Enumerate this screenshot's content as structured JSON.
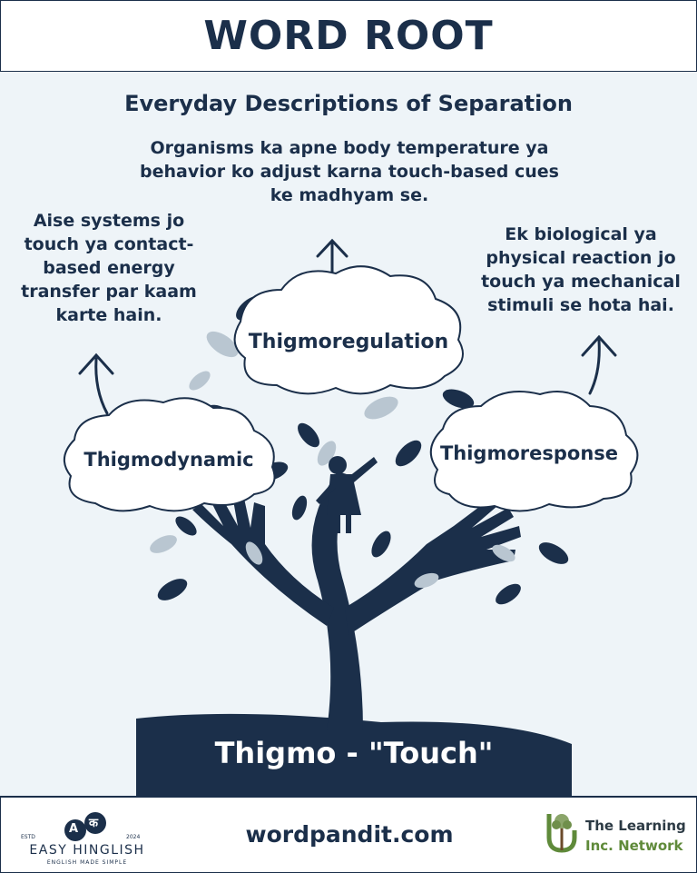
{
  "header": {
    "title": "WORD ROOT"
  },
  "subtitle": "Everyday Descriptions of Separation",
  "descriptions": {
    "top": "Organisms ka apne body temperature ya behavior ko adjust karna touch-based cues ke madhyam se.",
    "left": "Aise systems jo touch ya contact-based energy transfer par kaam karte hain.",
    "right": "Ek biological ya physical reaction jo touch ya mechanical stimuli se hota hai."
  },
  "words": {
    "center": "Thigmoregulation",
    "left": "Thigmodynamic",
    "right": "Thigmoresponse"
  },
  "root": {
    "label": "Thigmo - \"Touch\""
  },
  "footer": {
    "site": "wordpandit.com",
    "left_logo": {
      "name": "EASY HINGLISH",
      "tagline": "ENGLISH MADE SIMPLE",
      "estd": "ESTD",
      "year": "2024",
      "badge_a": "A",
      "badge_b": "क"
    },
    "right_logo": {
      "line1": "The Learning",
      "line2": "Inc. Network"
    }
  },
  "colors": {
    "navy": "#1b2f4a",
    "background": "#eef4f8",
    "leaf_light": "#b9c6d1",
    "green": "#5f8a3a"
  }
}
